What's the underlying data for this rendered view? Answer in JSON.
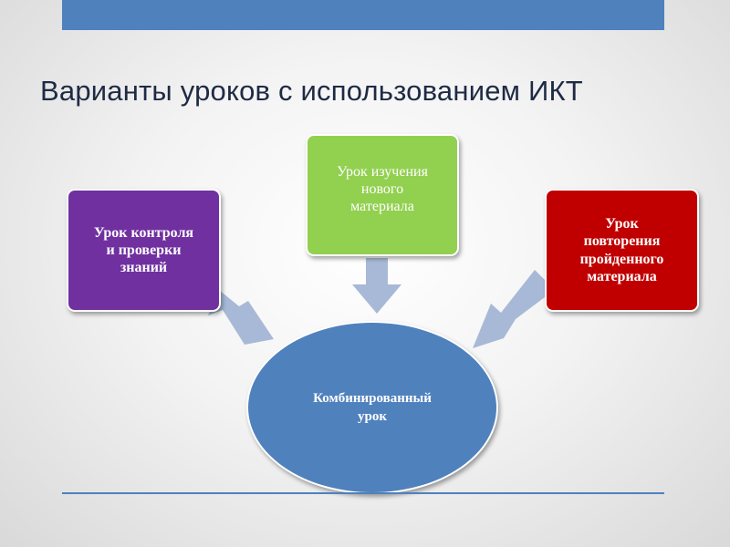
{
  "slide": {
    "title": "Варианты уроков с использованием ИКТ"
  },
  "diagram": {
    "left_box": {
      "label": "Урок контроля\nи проверки\nзнаний",
      "color": "#7030a0"
    },
    "top_box": {
      "label": "Урок изучения\nнового\nматериала",
      "color": "#92d050"
    },
    "right_box": {
      "label": "Урок\nповторения\nпройденного\nматериала",
      "color": "#c00000"
    },
    "center": {
      "label": "Комбинированный\nурок",
      "color": "#4f81bd"
    },
    "arrow_color": "#a7b9d6"
  }
}
